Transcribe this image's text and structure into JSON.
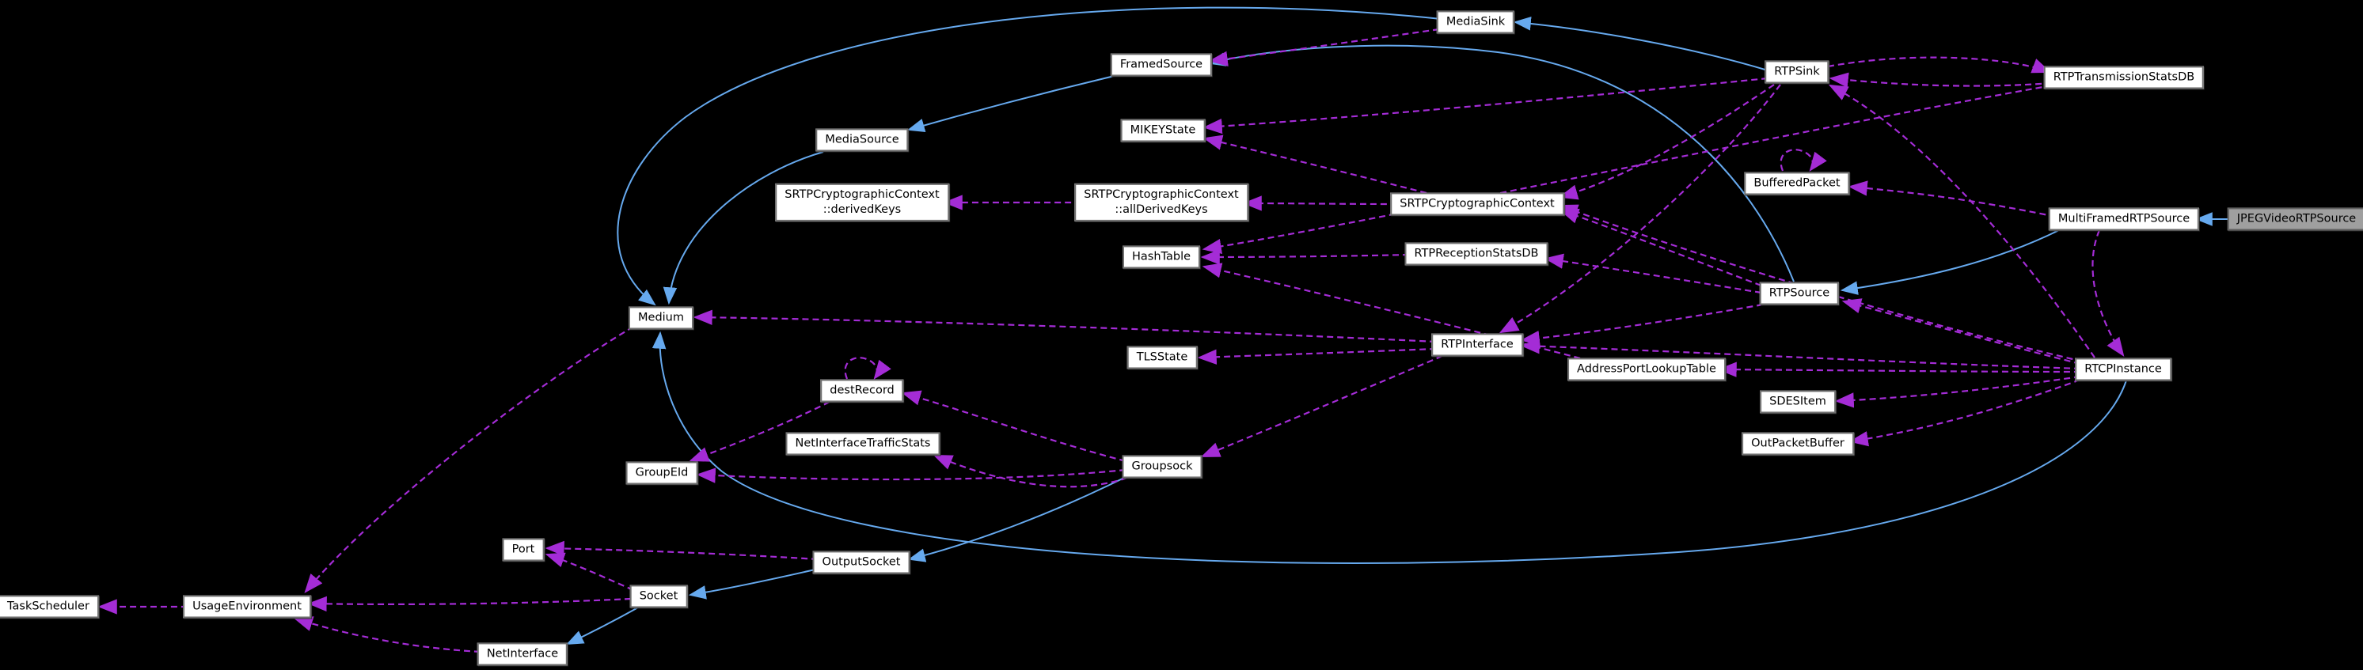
{
  "diagram": {
    "kind": "class-collaboration-graph",
    "highlighted_node": "JPEGVideoRTPSource",
    "colors": {
      "background": "#000000",
      "inheritance_edge": "#66a9ee",
      "usage_edge": "#a42cd6",
      "node_background": "#ffffff",
      "node_border": "#6f6f6f",
      "highlighted_node_background": "#9f9f9f",
      "text": "#000000"
    },
    "nodes": [
      {
        "id": "MediaSink",
        "label": "MediaSink"
      },
      {
        "id": "FramedSource",
        "label": "FramedSource"
      },
      {
        "id": "RTPSink",
        "label": "RTPSink"
      },
      {
        "id": "RTPTransmissionStatsDB",
        "label": "RTPTransmissionStatsDB"
      },
      {
        "id": "MediaSource",
        "label": "MediaSource"
      },
      {
        "id": "MIKEYState",
        "label": "MIKEYState"
      },
      {
        "id": "BufferedPacket",
        "label": "BufferedPacket"
      },
      {
        "id": "SRTPCryptographicContext::derivedKeys",
        "label": "SRTPCryptographicContext\n::derivedKeys"
      },
      {
        "id": "SRTPCryptographicContext::allDerivedKeys",
        "label": "SRTPCryptographicContext\n::allDerivedKeys"
      },
      {
        "id": "SRTPCryptographicContext",
        "label": "SRTPCryptographicContext"
      },
      {
        "id": "MultiFramedRTPSource",
        "label": "MultiFramedRTPSource"
      },
      {
        "id": "JPEGVideoRTPSource",
        "label": "JPEGVideoRTPSource"
      },
      {
        "id": "HashTable",
        "label": "HashTable"
      },
      {
        "id": "RTPReceptionStatsDB",
        "label": "RTPReceptionStatsDB"
      },
      {
        "id": "RTPSource",
        "label": "RTPSource"
      },
      {
        "id": "Medium",
        "label": "Medium"
      },
      {
        "id": "TLSState",
        "label": "TLSState"
      },
      {
        "id": "RTPInterface",
        "label": "RTPInterface"
      },
      {
        "id": "AddressPortLookupTable",
        "label": "AddressPortLookupTable"
      },
      {
        "id": "RTCPInstance",
        "label": "RTCPInstance"
      },
      {
        "id": "SDESItem",
        "label": "SDESItem"
      },
      {
        "id": "destRecord",
        "label": "destRecord"
      },
      {
        "id": "OutPacketBuffer",
        "label": "OutPacketBuffer"
      },
      {
        "id": "NetInterfaceTrafficStats",
        "label": "NetInterfaceTrafficStats"
      },
      {
        "id": "GroupEId",
        "label": "GroupEId"
      },
      {
        "id": "Groupsock",
        "label": "Groupsock"
      },
      {
        "id": "Port",
        "label": "Port"
      },
      {
        "id": "OutputSocket",
        "label": "OutputSocket"
      },
      {
        "id": "Socket",
        "label": "Socket"
      },
      {
        "id": "TaskScheduler",
        "label": "TaskScheduler"
      },
      {
        "id": "UsageEnvironment",
        "label": "UsageEnvironment"
      },
      {
        "id": "NetInterface",
        "label": "NetInterface"
      }
    ],
    "edges": [
      {
        "from": "MediaSink",
        "to": "Medium",
        "type": "inheritance"
      },
      {
        "from": "MediaSource",
        "to": "Medium",
        "type": "inheritance"
      },
      {
        "from": "FramedSource",
        "to": "MediaSource",
        "type": "inheritance"
      },
      {
        "from": "RTPSink",
        "to": "MediaSink",
        "type": "inheritance"
      },
      {
        "from": "RTPSource",
        "to": "FramedSource",
        "type": "inheritance"
      },
      {
        "from": "MultiFramedRTPSource",
        "to": "RTPSource",
        "type": "inheritance"
      },
      {
        "from": "JPEGVideoRTPSource",
        "to": "MultiFramedRTPSource",
        "type": "inheritance"
      },
      {
        "from": "RTCPInstance",
        "to": "Medium",
        "type": "inheritance"
      },
      {
        "from": "Groupsock",
        "to": "OutputSocket",
        "type": "inheritance"
      },
      {
        "from": "OutputSocket",
        "to": "Socket",
        "type": "inheritance"
      },
      {
        "from": "Socket",
        "to": "NetInterface",
        "type": "inheritance"
      },
      {
        "from": "MediaSink",
        "to": "FramedSource",
        "type": "usage"
      },
      {
        "from": "RTPSink",
        "to": "RTPTransmissionStatsDB",
        "type": "usage"
      },
      {
        "from": "RTPTransmissionStatsDB",
        "to": "RTPSink",
        "type": "usage"
      },
      {
        "from": "RTCPInstance",
        "to": "RTPSink",
        "type": "usage"
      },
      {
        "from": "RTPSink",
        "to": "RTPInterface",
        "type": "usage"
      },
      {
        "from": "RTPSink",
        "to": "SRTPCryptographicContext",
        "type": "usage"
      },
      {
        "from": "RTPSink",
        "to": "MIKEYState",
        "type": "usage"
      },
      {
        "from": "SRTPCryptographicContext",
        "to": "MIKEYState",
        "type": "usage"
      },
      {
        "from": "SRTPCryptographicContext",
        "to": "SRTPCryptographicContext::allDerivedKeys",
        "type": "usage"
      },
      {
        "from": "SRTPCryptographicContext::allDerivedKeys",
        "to": "SRTPCryptographicContext::derivedKeys",
        "type": "usage"
      },
      {
        "from": "RTPSource",
        "to": "SRTPCryptographicContext",
        "type": "usage"
      },
      {
        "from": "RTPSource",
        "to": "RTPReceptionStatsDB",
        "type": "usage"
      },
      {
        "from": "RTPSource",
        "to": "RTPInterface",
        "type": "usage"
      },
      {
        "from": "RTPReceptionStatsDB",
        "to": "HashTable",
        "type": "usage"
      },
      {
        "from": "AddressPortLookupTable",
        "to": "HashTable",
        "type": "usage"
      },
      {
        "from": "RTPTransmissionStatsDB",
        "to": "HashTable",
        "type": "usage"
      },
      {
        "from": "MultiFramedRTPSource",
        "to": "BufferedPacket",
        "type": "usage"
      },
      {
        "from": "BufferedPacket",
        "to": "BufferedPacket",
        "type": "usage"
      },
      {
        "from": "destRecord",
        "to": "destRecord",
        "type": "usage"
      },
      {
        "from": "MultiFramedRTPSource",
        "to": "RTCPInstance",
        "type": "usage"
      },
      {
        "from": "RTCPInstance",
        "to": "RTPSource",
        "type": "usage"
      },
      {
        "from": "RTCPInstance",
        "to": "RTPInterface",
        "type": "usage"
      },
      {
        "from": "RTCPInstance",
        "to": "AddressPortLookupTable",
        "type": "usage"
      },
      {
        "from": "RTCPInstance",
        "to": "SDESItem",
        "type": "usage"
      },
      {
        "from": "RTCPInstance",
        "to": "OutPacketBuffer",
        "type": "usage"
      },
      {
        "from": "RTCPInstance",
        "to": "SRTPCryptographicContext",
        "type": "usage"
      },
      {
        "from": "RTPInterface",
        "to": "TLSState",
        "type": "usage"
      },
      {
        "from": "RTPInterface",
        "to": "Medium",
        "type": "usage"
      },
      {
        "from": "RTPInterface",
        "to": "Groupsock",
        "type": "usage"
      },
      {
        "from": "Groupsock",
        "to": "destRecord",
        "type": "usage"
      },
      {
        "from": "Groupsock",
        "to": "GroupEId",
        "type": "usage"
      },
      {
        "from": "destRecord",
        "to": "GroupEId",
        "type": "usage"
      },
      {
        "from": "Groupsock",
        "to": "NetInterfaceTrafficStats",
        "type": "usage"
      },
      {
        "from": "Medium",
        "to": "UsageEnvironment",
        "type": "usage"
      },
      {
        "from": "UsageEnvironment",
        "to": "TaskScheduler",
        "type": "usage"
      },
      {
        "from": "Socket",
        "to": "UsageEnvironment",
        "type": "usage"
      },
      {
        "from": "NetInterface",
        "to": "UsageEnvironment",
        "type": "usage"
      },
      {
        "from": "Socket",
        "to": "Port",
        "type": "usage"
      },
      {
        "from": "OutputSocket",
        "to": "Port",
        "type": "usage"
      }
    ]
  }
}
